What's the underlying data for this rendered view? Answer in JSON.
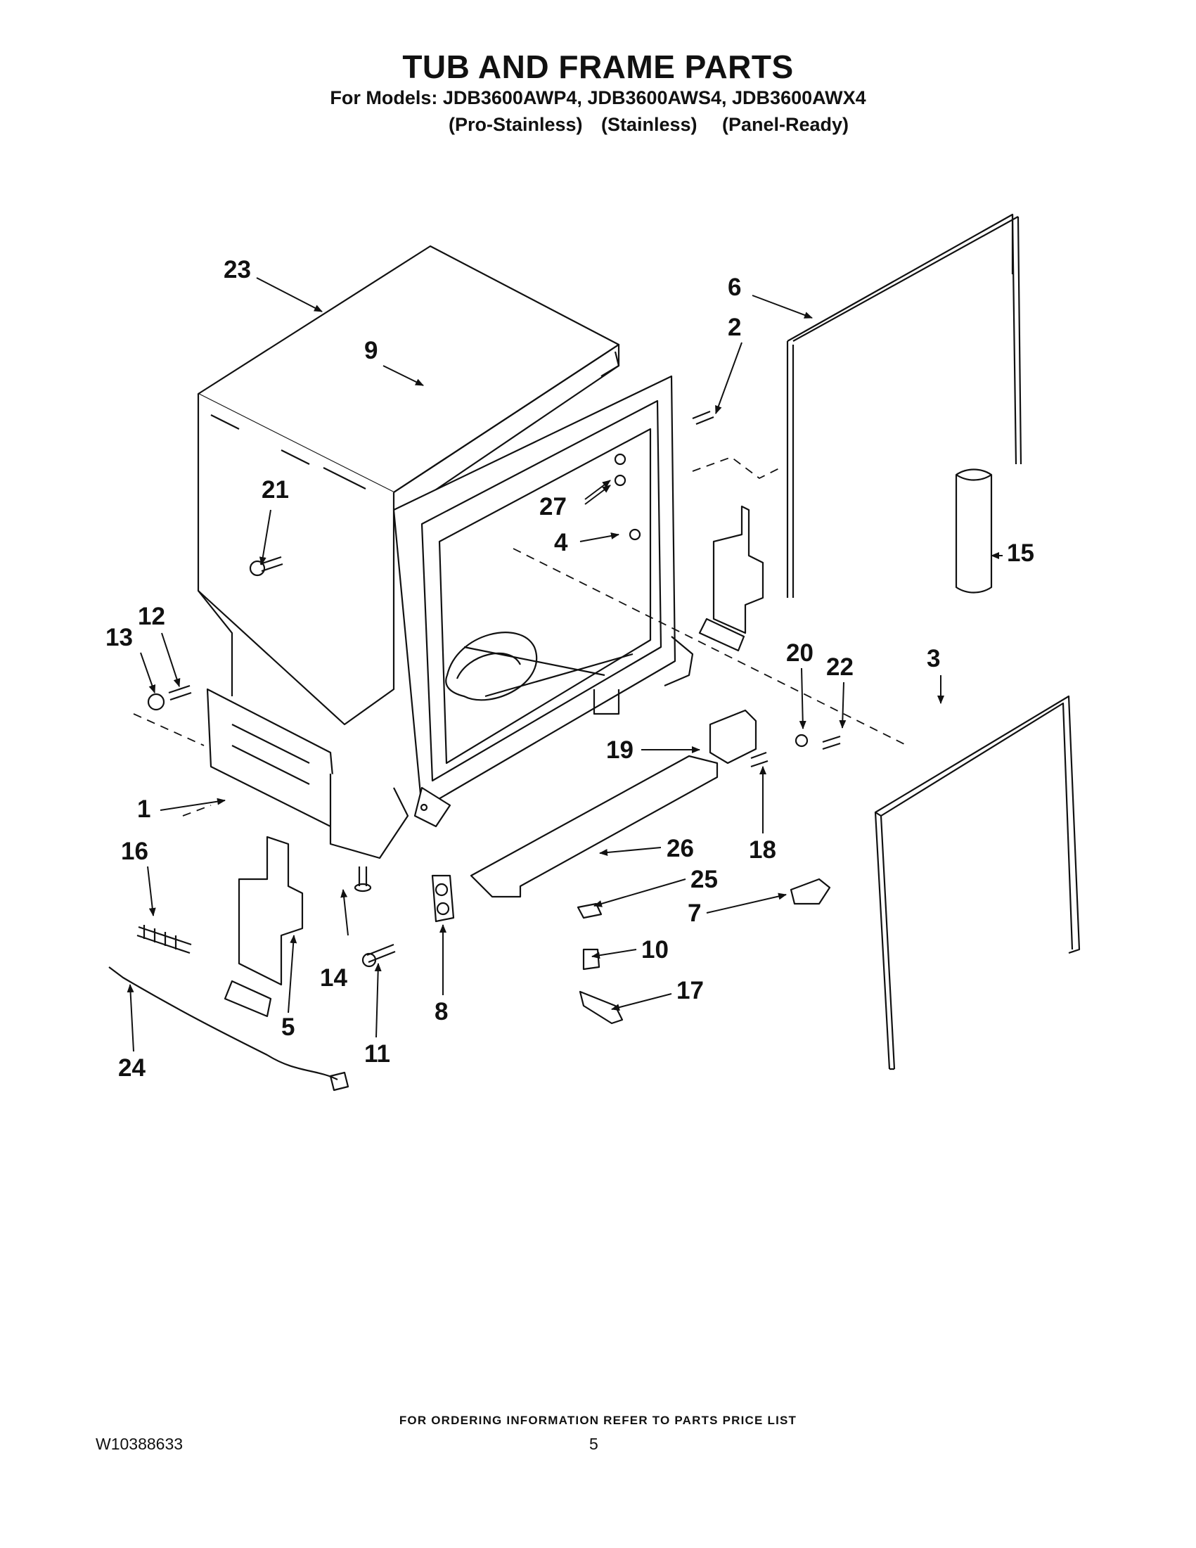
{
  "header": {
    "title": "TUB AND FRAME PARTS",
    "models_line": "For Models: JDB3600AWP4, JDB3600AWS4, JDB3600AWX4",
    "variants": [
      "(Pro-Stainless)",
      "(Stainless)",
      "(Panel-Ready)"
    ]
  },
  "diagram": {
    "callouts": [
      "1",
      "2",
      "3",
      "4",
      "5",
      "6",
      "7",
      "8",
      "9",
      "10",
      "11",
      "12",
      "13",
      "14",
      "15",
      "16",
      "17",
      "18",
      "19",
      "20",
      "21",
      "22",
      "23",
      "24",
      "25",
      "26",
      "27"
    ]
  },
  "footer": {
    "ordering_note": "FOR ORDERING INFORMATION REFER TO PARTS PRICE LIST",
    "doc_number": "W10388633",
    "page_number": "5"
  }
}
